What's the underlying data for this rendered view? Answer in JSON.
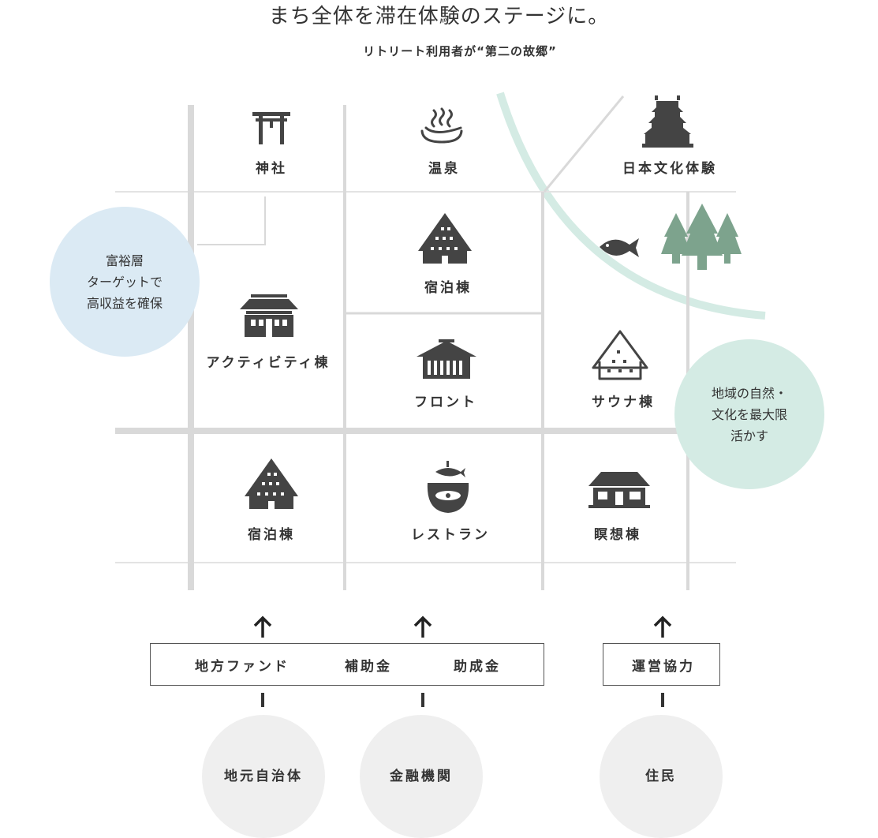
{
  "header": {
    "title": "まち全体を滞在体験のステージに。",
    "subtitle": "リトリート利用者が“第二の故郷”"
  },
  "facilities": {
    "shrine": "神社",
    "onsen": "温泉",
    "culture": "日本文化体験",
    "lodging_upper": "宿泊棟",
    "activity": "アクティビティ棟",
    "front": "フロント",
    "sauna": "サウナ棟",
    "lodging_lower": "宿泊棟",
    "restaurant": "レストラン",
    "meditation": "瞑想棟"
  },
  "callouts": {
    "wealthy": [
      "富裕層",
      "ターゲットで",
      "高収益を確保"
    ],
    "nature": [
      "地域の自然・",
      "文化を最大限",
      "活かす"
    ]
  },
  "funding": {
    "fund": "地方ファンド",
    "subsidy": "補助金",
    "grant": "助成金",
    "cooperation": "運営協力"
  },
  "stakeholders": {
    "municipality": "地元自治体",
    "bank": "金融機関",
    "residents": "住民"
  },
  "colors": {
    "road": "#d9d9d9",
    "river": "#d4ebe4",
    "icon": "#444444",
    "tree": "#7da38d",
    "blue_circle": "#dbeaf4",
    "grey_circle": "#efefef"
  }
}
